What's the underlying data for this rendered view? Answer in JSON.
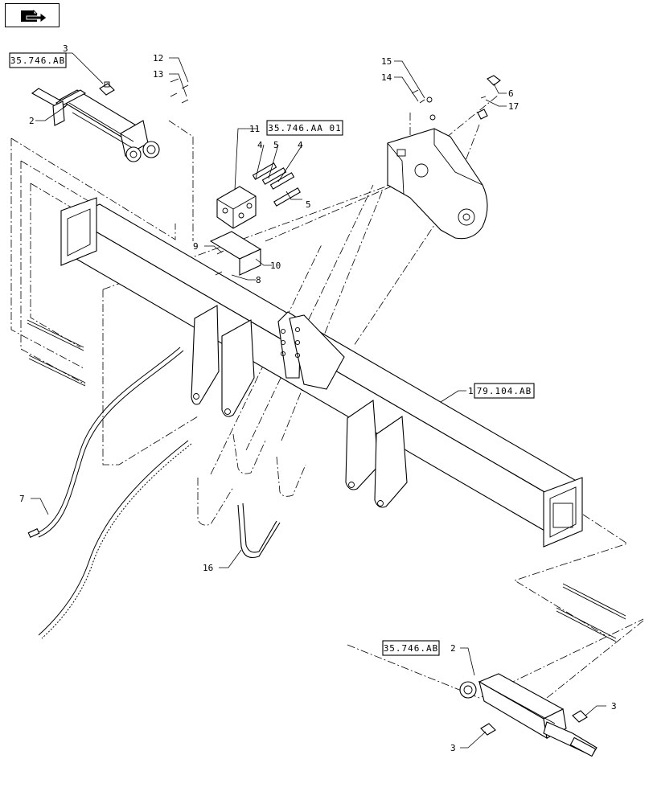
{
  "toolbar": {
    "nav_icon": "folded-page-arrow-icon"
  },
  "callouts": [
    {
      "key": "c2a",
      "text": "2"
    },
    {
      "key": "c3a",
      "text": "3"
    },
    {
      "key": "c12",
      "text": "12"
    },
    {
      "key": "c13",
      "text": "13"
    },
    {
      "key": "c11",
      "text": "11"
    },
    {
      "key": "c4a",
      "text": "4"
    },
    {
      "key": "c5a",
      "text": "5"
    },
    {
      "key": "c4b",
      "text": "4"
    },
    {
      "key": "c5b",
      "text": "5"
    },
    {
      "key": "c9",
      "text": "9"
    },
    {
      "key": "c8",
      "text": "8"
    },
    {
      "key": "c10",
      "text": "10"
    },
    {
      "key": "c15",
      "text": "15"
    },
    {
      "key": "c14",
      "text": "14"
    },
    {
      "key": "c6",
      "text": "6"
    },
    {
      "key": "c17",
      "text": "17"
    },
    {
      "key": "c1",
      "text": "1"
    },
    {
      "key": "c7",
      "text": "7"
    },
    {
      "key": "c16",
      "text": "16"
    },
    {
      "key": "c2b",
      "text": "2"
    },
    {
      "key": "c3b",
      "text": "3"
    },
    {
      "key": "c3c",
      "text": "3"
    }
  ],
  "references": {
    "cylinder_top": "35.746.AB",
    "valve_block": "35.746.AA 01",
    "frame": "79.104.AB",
    "cylinder_bottom": "35.746.AB"
  }
}
